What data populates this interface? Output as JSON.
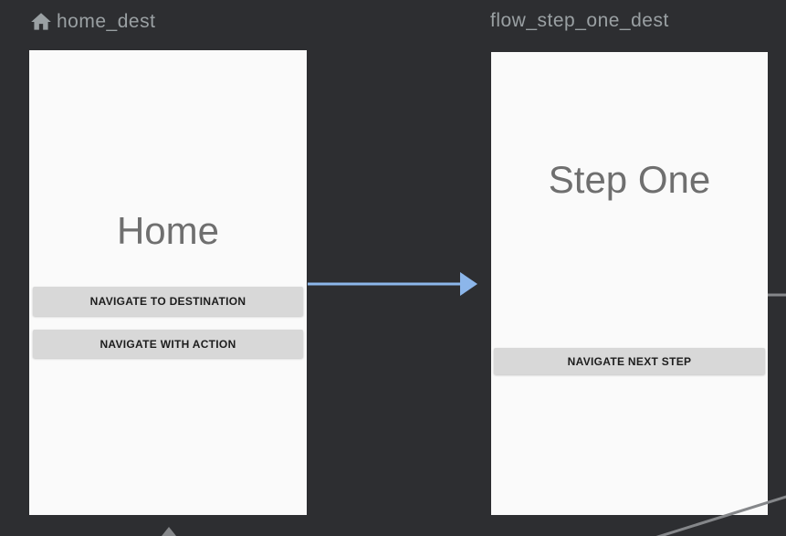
{
  "colors": {
    "background": "#2d2e31",
    "card": "#fafafa",
    "label": "#9aa0a3",
    "screen_title": "#6f6f6f",
    "button_bg": "#d8d8d8",
    "button_text": "#1d1d1d",
    "action_arrow": "#8cb6ea",
    "edge": "#85878a"
  },
  "graph": {
    "destinations": [
      {
        "label": "home_dest",
        "is_start_destination": true,
        "screen_title": "Home",
        "buttons": [
          "NAVIGATE TO DESTINATION",
          "NAVIGATE WITH ACTION"
        ]
      },
      {
        "label": "flow_step_one_dest",
        "is_start_destination": false,
        "screen_title": "Step One",
        "buttons": [
          "NAVIGATE NEXT STEP"
        ]
      }
    ],
    "edges": [
      {
        "name": "action-home-to-step-one",
        "type": "action-arrow"
      },
      {
        "name": "edge-step-one-right-stub",
        "type": "edge-line"
      },
      {
        "name": "edge-diagonal-bottom-right",
        "type": "edge-line"
      },
      {
        "name": "incoming-arrowhead-bottom",
        "type": "arrowhead"
      }
    ]
  }
}
